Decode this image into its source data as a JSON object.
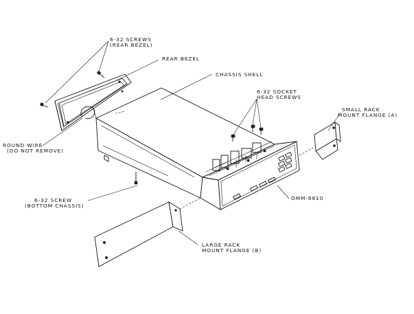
{
  "diagram": {
    "labels": {
      "rear_bezel_screws_1": "6-32 SCREWS",
      "rear_bezel_screws_2": "(REAR BEZEL)",
      "rear_bezel": "REAR BEZEL",
      "chassis_shell": "CHASSIS SHELL",
      "socket_screws_1": "6-32 SOCKET",
      "socket_screws_2": "HEAD SCREWS",
      "small_flange_1": "SMALL RACK",
      "small_flange_2": "MOUNT FLANGE (A)",
      "ground_wire_1": "ROUND WIRE",
      "ground_wire_2": "(DO NOT REMOVE)",
      "bottom_screw_1": "6-32 SCREW",
      "bottom_screw_2": "(BOTTOM CHASSIS)",
      "omm": "OMM-6810",
      "large_flange_1": "LARGE RACK",
      "large_flange_2": "MOUNT FLANGE (B)"
    }
  }
}
